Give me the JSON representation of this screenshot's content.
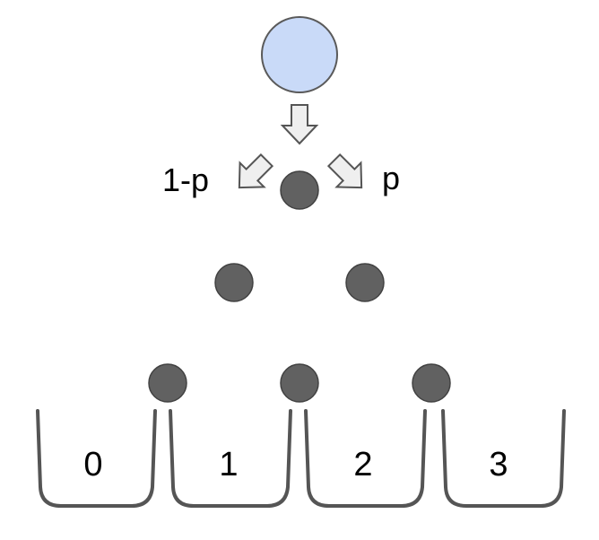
{
  "diagram": {
    "ball_color": "#c9daf8",
    "ball_stroke": "#5a5a5a",
    "peg_color": "#616161",
    "peg_stroke": "#424242",
    "bin_stroke": "#555555",
    "arrow_fill": "#efefef",
    "arrow_stroke": "#555555",
    "left_prob_label": "1-p",
    "right_prob_label": "p",
    "peg_rows": [
      1,
      2,
      3
    ],
    "bins": [
      {
        "label": "0"
      },
      {
        "label": "1"
      },
      {
        "label": "2"
      },
      {
        "label": "3"
      }
    ]
  }
}
